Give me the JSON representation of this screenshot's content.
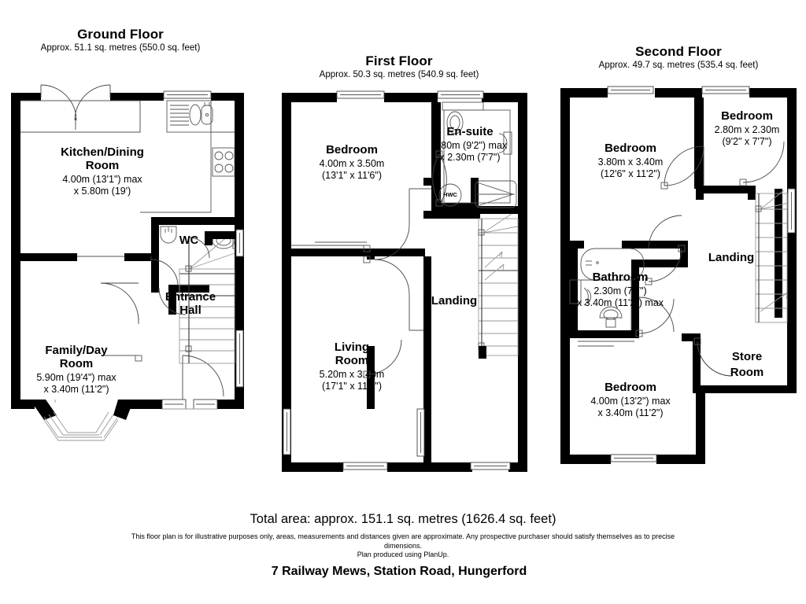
{
  "document": {
    "type": "floor-plan",
    "address": "7 Railway Mews, Station Road, Hungerford",
    "total_area": "Total area: approx. 151.1 sq. metres (1626.4 sq. feet)",
    "disclaimer": "This floor plan is for illustrative purposes only, areas, measurements and distances given are approximate. Any prospective purchaser should satisfy themselves as to precise dimensions.",
    "producer": "Plan produced using PlanUp."
  },
  "floors": [
    {
      "id": "ground",
      "title": "Ground Floor",
      "area": "Approx. 51.1 sq. metres (550.0 sq. feet)",
      "rooms": [
        {
          "name_line1": "Kitchen/Dining",
          "name_line2": "Room",
          "dim_line1": "4.00m (13'1\") max",
          "dim_line2": "x 5.80m (19')"
        },
        {
          "name_line1": "Family/Day",
          "name_line2": "Room",
          "dim_line1": "5.90m (19'4\") max",
          "dim_line2": "x 3.40m (11'2\")"
        },
        {
          "name_line1": "Entrance",
          "name_line2": "Hall",
          "dim_line1": "",
          "dim_line2": ""
        },
        {
          "name_line1": "WC",
          "name_line2": "",
          "dim_line1": "",
          "dim_line2": ""
        }
      ]
    },
    {
      "id": "first",
      "title": "First Floor",
      "area": "Approx. 50.3 sq. metres (540.9 sq. feet)",
      "rooms": [
        {
          "name_line1": "Bedroom",
          "name_line2": "",
          "dim_line1": "4.00m x 3.50m",
          "dim_line2": "(13'1\" x 11'6\")"
        },
        {
          "name_line1": "En-suite",
          "name_line2": "",
          "dim_line1": "2.80m (9'2\") max",
          "dim_line2": "x 2.30m (7'7\")"
        },
        {
          "name_line1": "Living",
          "name_line2": "Room",
          "dim_line1": "5.20m x 3.40m",
          "dim_line2": "(17'1\" x 11'2\")"
        },
        {
          "name_line1": "Landing",
          "name_line2": "",
          "dim_line1": "",
          "dim_line2": ""
        }
      ],
      "fixtures": [
        {
          "label": "HWC"
        }
      ]
    },
    {
      "id": "second",
      "title": "Second Floor",
      "area": "Approx. 49.7 sq. metres (535.4 sq. feet)",
      "rooms": [
        {
          "name_line1": "Bedroom",
          "name_line2": "",
          "dim_line1": "3.80m x 3.40m",
          "dim_line2": "(12'6\" x 11'2\")"
        },
        {
          "name_line1": "Bedroom",
          "name_line2": "",
          "dim_line1": "2.80m x 2.30m",
          "dim_line2": "(9'2\" x 7'7\")"
        },
        {
          "name_line1": "Bathroom",
          "name_line2": "",
          "dim_line1": "2.30m (7'7\")",
          "dim_line2": "x 3.40m (11'2\") max"
        },
        {
          "name_line1": "Bedroom",
          "name_line2": "",
          "dim_line1": "4.00m (13'2\") max",
          "dim_line2": "x 3.40m (11'2\")"
        },
        {
          "name_line1": "Landing",
          "name_line2": "",
          "dim_line1": "",
          "dim_line2": ""
        },
        {
          "name_line1": "Store",
          "name_line2": "Room",
          "dim_line1": "",
          "dim_line2": ""
        }
      ]
    }
  ],
  "colors": {
    "wall": "#000000",
    "background": "#ffffff",
    "fixture_stroke": "#555555",
    "thin_line": "#888888"
  }
}
